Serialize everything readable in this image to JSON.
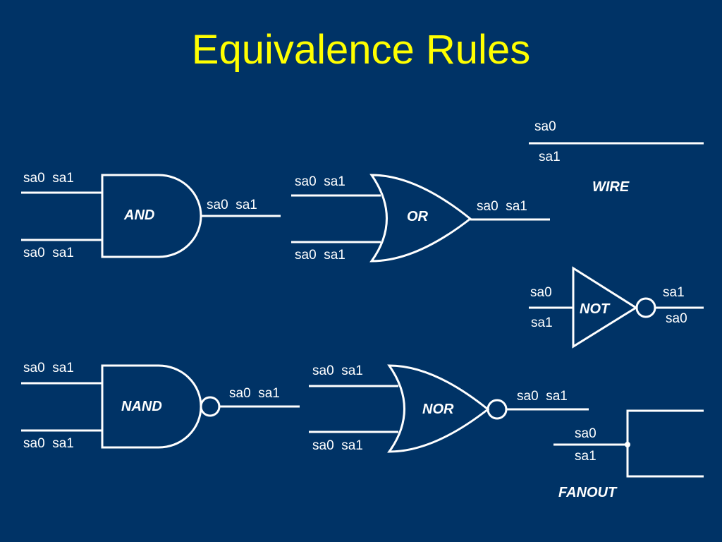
{
  "title": "Equivalence Rules",
  "colors": {
    "background": "#003366",
    "title": "#FFFF00",
    "lines": "#FFFFFF"
  },
  "gates": {
    "and": {
      "name": "AND",
      "in1": "sa0  sa1",
      "in2": "sa0  sa1",
      "out": "sa0  sa1"
    },
    "or": {
      "name": "OR",
      "in1": "sa0  sa1",
      "in2": "sa0  sa1",
      "out": "sa0  sa1"
    },
    "nand": {
      "name": "NAND",
      "in1": "sa0  sa1",
      "in2": "sa0  sa1",
      "out": "sa0  sa1"
    },
    "nor": {
      "name": "NOR",
      "in1": "sa0  sa1",
      "in2": "sa0  sa1",
      "out": "sa0  sa1"
    },
    "wire": {
      "name": "WIRE",
      "top": "sa0",
      "bottom": "sa1"
    },
    "not": {
      "name": "NOT",
      "in_top": "sa0",
      "in_bottom": "sa1",
      "out_top": "sa1",
      "out_bottom": "sa0"
    },
    "fanout": {
      "name": "FANOUT",
      "top": "sa0",
      "bottom": "sa1"
    }
  }
}
